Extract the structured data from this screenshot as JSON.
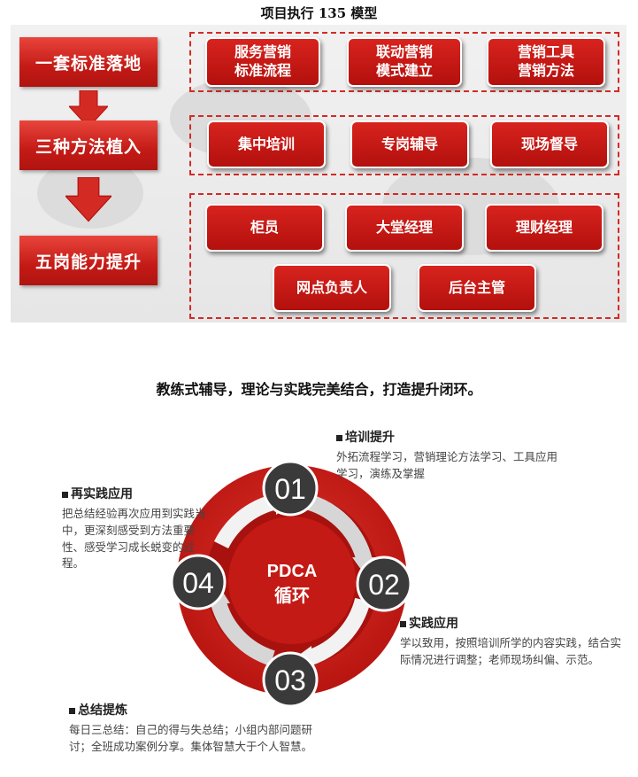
{
  "top_title": "项目执行 135 模型",
  "model": {
    "left_steps": [
      "一套标准落地",
      "三种方法植入",
      "五岗能力提升"
    ],
    "group1": [
      "服务营销\n标准流程",
      "联动营销\n模式建立",
      "营销工具\n营销方法"
    ],
    "group2": [
      "集中培训",
      "专岗辅导",
      "现场督导"
    ],
    "group3": [
      "柜员",
      "大堂经理",
      "理财经理",
      "网点负责人",
      "后台主管"
    ]
  },
  "second_title": "教练式辅导，理论与实践完美结合，打造提升闭环。",
  "cycle": {
    "center_line1": "PDCA",
    "center_line2": "循环",
    "nodes": [
      "01",
      "02",
      "03",
      "04"
    ]
  },
  "notes": {
    "n01": {
      "heading": "培训提升",
      "body": "外拓流程学习，营销理论方法学习、工具应用学习，演练及掌握"
    },
    "n02": {
      "heading": "实践应用",
      "body": "学以致用，按照培训所学的内容实践，结合实际情况进行调整；老师现场纠偏、示范。"
    },
    "n03": {
      "heading": "总结提炼",
      "body": "每日三总结：自己的得与失总结；小组内部问题研讨；全班成功案例分享。集体智慧大于个人智慧。"
    },
    "n04": {
      "heading": "再实践应用",
      "body": "把总结经验再次应用到实践当中，更深刻感受到方法重要性、感受学习成长蜕变的过程。"
    }
  },
  "colors": {
    "accent": "#c41a16",
    "node_dark": "#3a3a3a",
    "arrow_gray": "#cfcfcf"
  }
}
